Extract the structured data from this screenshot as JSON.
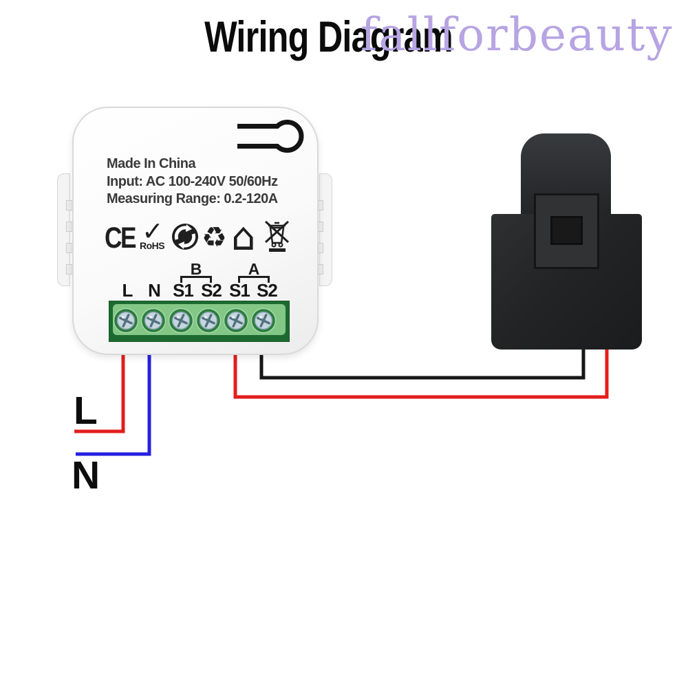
{
  "title": "Wiring Diagram",
  "watermark": "fallforbeauty",
  "colors": {
    "watermark": "#b6a4e3",
    "wire_live": "#e41e1c",
    "wire_neutral": "#2621e0",
    "wire_ct_red": "#e41e1c",
    "wire_ct_black": "#161616",
    "terminal_dark_green": "#1c6a31",
    "terminal_light_green": "#83c786"
  },
  "device": {
    "info_lines": [
      "Made In China",
      "Input: AC 100-240V 50/60Hz",
      "Measuring Range: 0.2-120A"
    ],
    "certifications": {
      "ce": "CE",
      "rohs_check": "✓",
      "rohs": "RoHS",
      "green_dot": "green-dot-circular-arrows",
      "recycle": "♻",
      "house": "⌂",
      "weee": "crossed-out-wheelie-bin"
    },
    "terminal_groups": [
      {
        "label": "B"
      },
      {
        "label": "A"
      }
    ],
    "terminals": [
      "L",
      "N",
      "S1",
      "S2",
      "S1",
      "S2"
    ]
  },
  "wiring_labels": {
    "live": "L",
    "neutral": "N"
  },
  "ct_clamp": {
    "description": "split-core current transformer clamp"
  }
}
